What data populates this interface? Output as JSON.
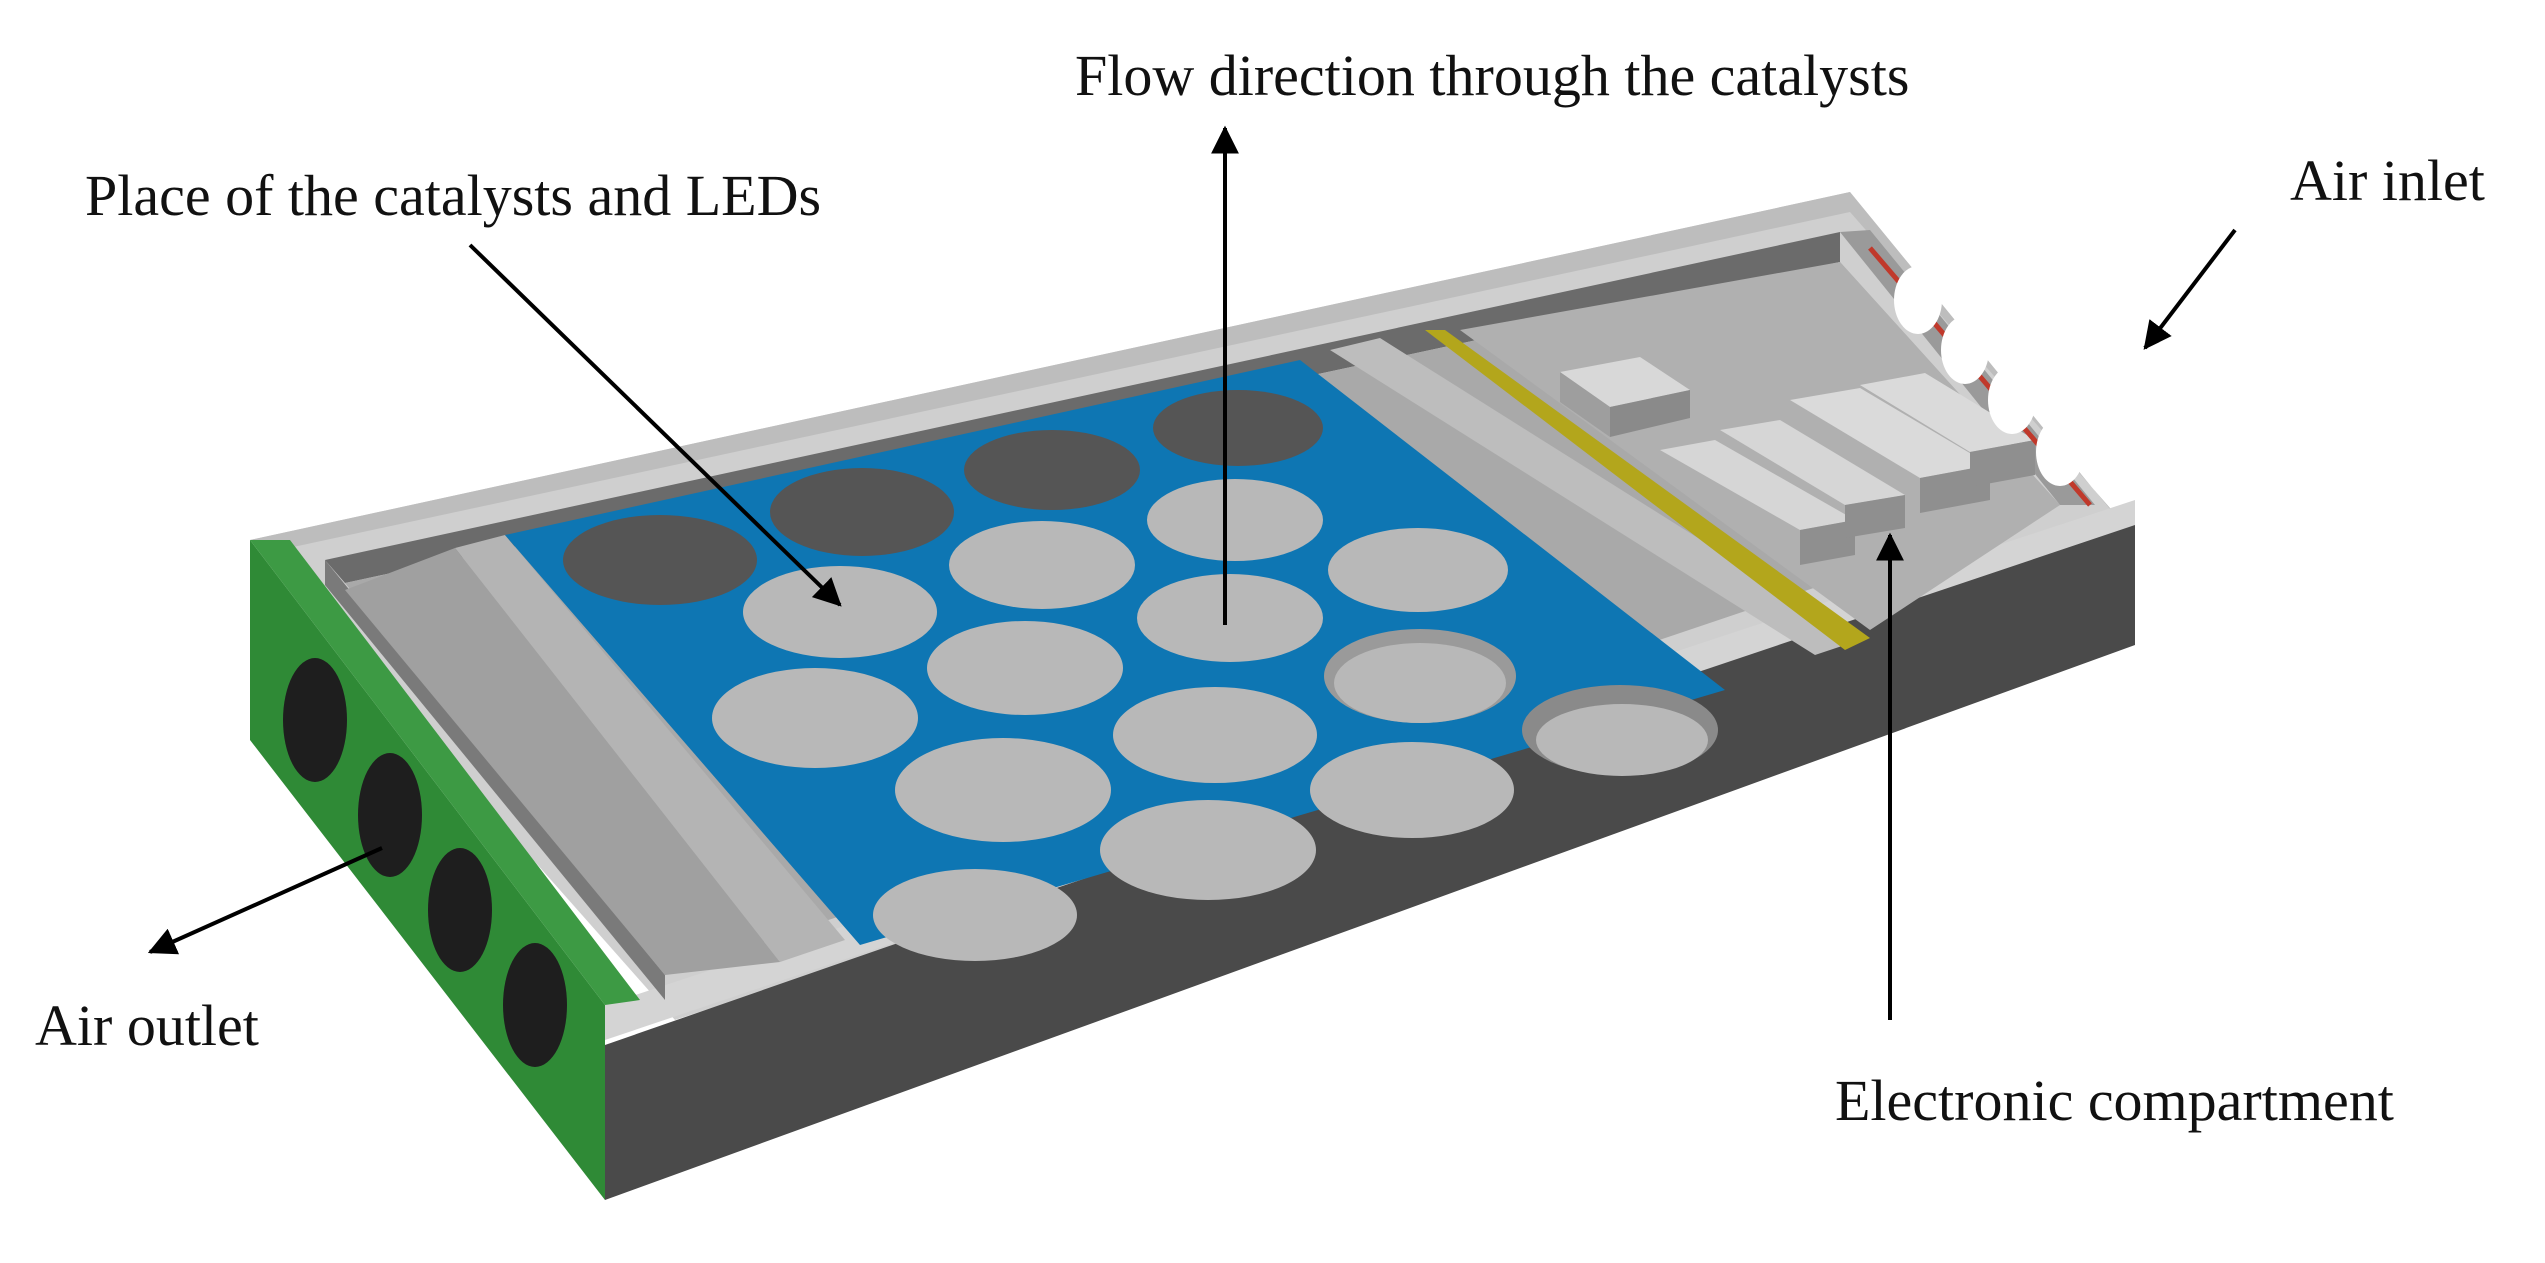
{
  "labels": {
    "flow_direction": "Flow direction through the catalysts",
    "catalyst_place": "Place of the catalysts and LEDs",
    "air_inlet": "Air inlet",
    "air_outlet": "Air outlet",
    "electronic_compartment": "Electronic compartment"
  },
  "colors": {
    "background": "#ffffff",
    "housing_side": "#4a4a4a",
    "rim_light": "#c4c4c4",
    "inner_wall": "#6b6b6b",
    "floor": "#a9a9a9",
    "catalyst_plate": "#0e76b3",
    "catalyst_disc": "#b6b6b6",
    "open_hole": "#555555",
    "outlet_panel": "#2f8a36",
    "divider": "#b3a61c",
    "arrow": "#000000"
  }
}
